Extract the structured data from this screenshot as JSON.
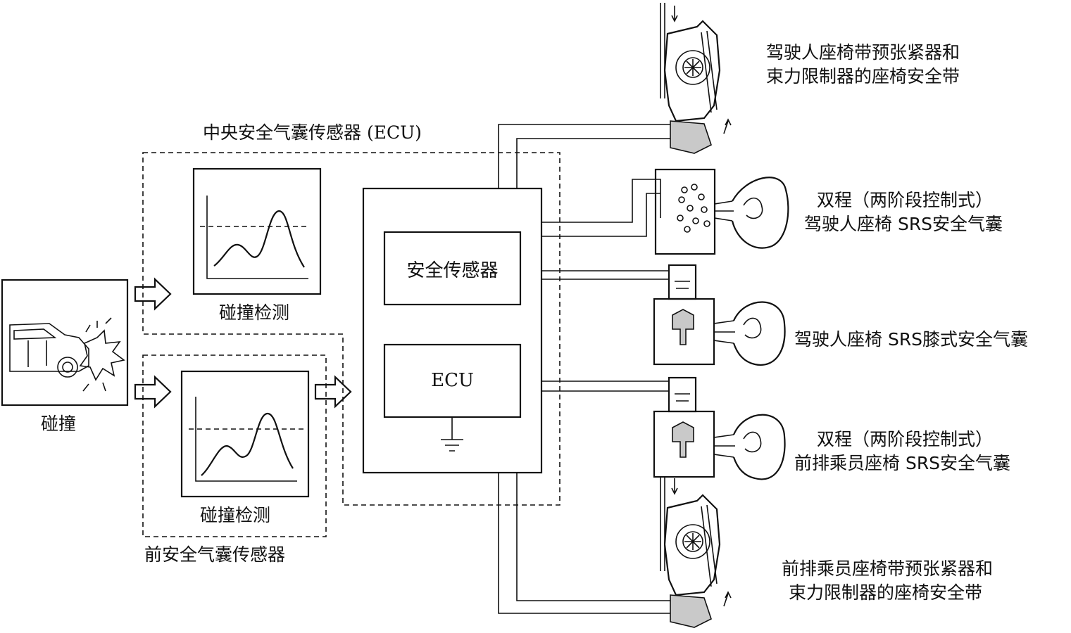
{
  "labels": {
    "collision": "碰撞",
    "detect_1": "碰撞检测",
    "detect_2": "碰撞检测",
    "central_sensor": "中央安全气囊传感器 (ECU)",
    "front_sensor": "前安全气囊传感器",
    "safety_sensor": "安全传感器",
    "ecu": "ECU",
    "driver_belt": [
      "驾驶人座椅带预张紧器和",
      "束力限制器的座椅安全带"
    ],
    "driver_airbag": [
      "双程（两阶段控制式）",
      "驾驶人座椅 SRS安全气囊"
    ],
    "driver_knee": "驾驶人座椅 SRS膝式安全气囊",
    "passenger_airbag": [
      "双程（两阶段控制式）",
      "前排乘员座椅 SRS安全气囊"
    ],
    "passenger_belt": [
      "前排乘员座椅带预张紧器和",
      "束力限制器的座椅安全带"
    ]
  }
}
